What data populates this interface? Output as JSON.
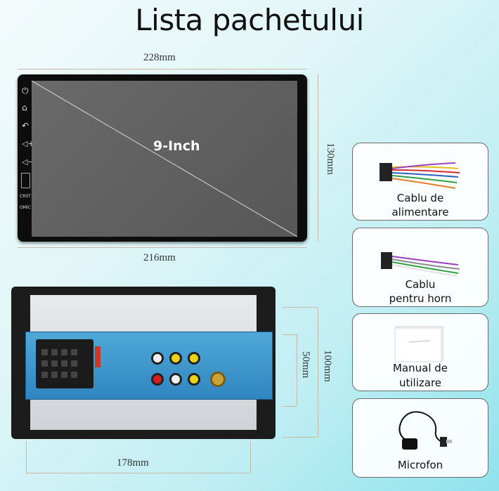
{
  "page": {
    "title": "Lista pachetului"
  },
  "front": {
    "width_label": "228mm",
    "height_label": "130mm",
    "bottom_label": "216mm",
    "screen_label": "9-Inch",
    "side_labels": [
      "CRST",
      "OMIC"
    ]
  },
  "back": {
    "height_outer_label": "100mm",
    "height_inner_label": "50mm",
    "width_label": "178mm"
  },
  "cards": [
    {
      "line1": "Cablu de",
      "line2": "alimentare",
      "icon": "power-cable-icon"
    },
    {
      "line1": "Cablu",
      "line2": "pentru horn",
      "icon": "horn-cable-icon"
    },
    {
      "line1": "Manual de",
      "line2": "utilizare",
      "icon": "manual-icon"
    },
    {
      "line1": "Microfon",
      "line2": "",
      "icon": "microphone-icon"
    }
  ],
  "colors": {
    "accent_line": "#c9b8a8",
    "pcb": "#3a95cc"
  }
}
